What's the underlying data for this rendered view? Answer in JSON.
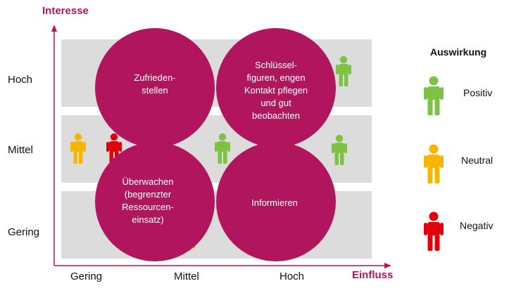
{
  "axes": {
    "y_title": "Interesse",
    "x_title": "Einfluss",
    "y_levels": [
      "Hoch",
      "Mittel",
      "Gering"
    ],
    "x_levels": [
      "Gering",
      "Mittel",
      "Hoch"
    ]
  },
  "quadrants": [
    {
      "label": "Zufrieden-\nstellen"
    },
    {
      "label": "Schlüssel-\nfiguren, engen\nKontakt pflegen\nund gut\nbeobachten"
    },
    {
      "label": "Überwachen\n(begrenzter\nRessourcen-\neinsatz)"
    },
    {
      "label": "Informieren"
    }
  ],
  "legend": {
    "title": "Auswirkung",
    "items": [
      {
        "label": "Positiv",
        "color": "#7dc242"
      },
      {
        "label": "Neutral",
        "color": "#f7b500"
      },
      {
        "label": "Negativ",
        "color": "#e3000b"
      }
    ]
  },
  "colors": {
    "accent": "#b0155e",
    "grid_cell": "#dcdcdc",
    "circle": "#b0155e"
  }
}
